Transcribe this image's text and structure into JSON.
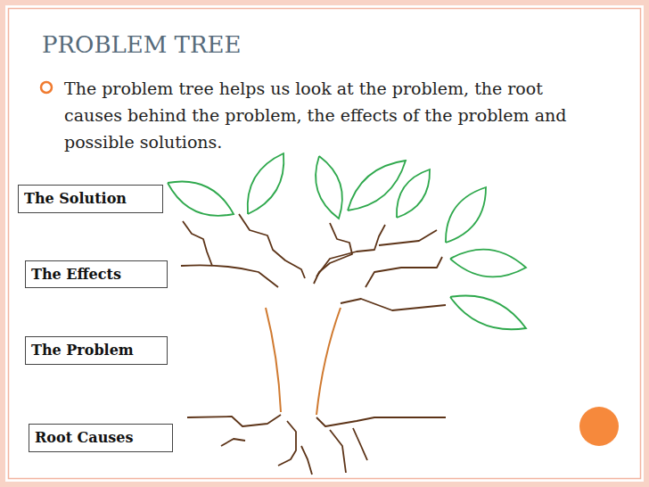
{
  "diagram": {
    "title": "PROBLEM TREE",
    "nodes": [
      {
        "text": [
          "The Solution"
        ]
      },
      {
        "text": [
          "The Effects"
        ]
      },
      {
        "text": [
          "The Problem"
        ]
      },
      {
        "text": [
          "Root Causes"
        ]
      }
    ],
    "labels": [
      "The problem tree helps us look at the problem, the root causes behind the problem, the effects of the problem and possible solutions."
    ]
  }
}
